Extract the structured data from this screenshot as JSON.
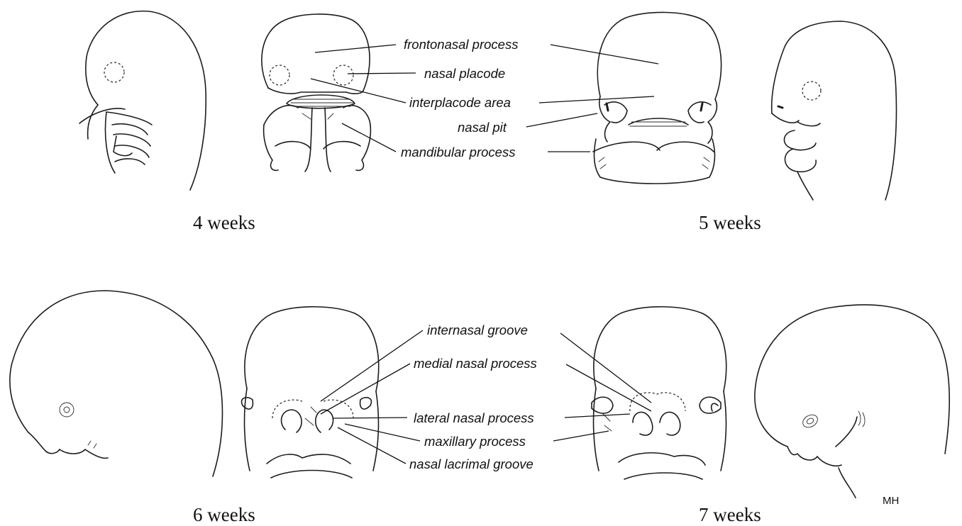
{
  "stages": [
    {
      "id": "4w",
      "label": "4 weeks"
    },
    {
      "id": "5w",
      "label": "5 weeks"
    },
    {
      "id": "6w",
      "label": "6 weeks"
    },
    {
      "id": "7w",
      "label": "7 weeks"
    }
  ],
  "labels_top": {
    "frontonasal": "frontonasal process",
    "nasal_placode": "nasal placode",
    "interplacode": "interplacode area",
    "nasal_pit": "nasal pit",
    "mandibular": "mandibular process"
  },
  "labels_bottom": {
    "internasal": "internasal groove",
    "medial_nasal": "medial nasal process",
    "lateral_nasal": "lateral nasal process",
    "maxillary": "maxillary process",
    "nasal_lacrimal": "nasal lacrimal groove"
  },
  "signature": "MH"
}
